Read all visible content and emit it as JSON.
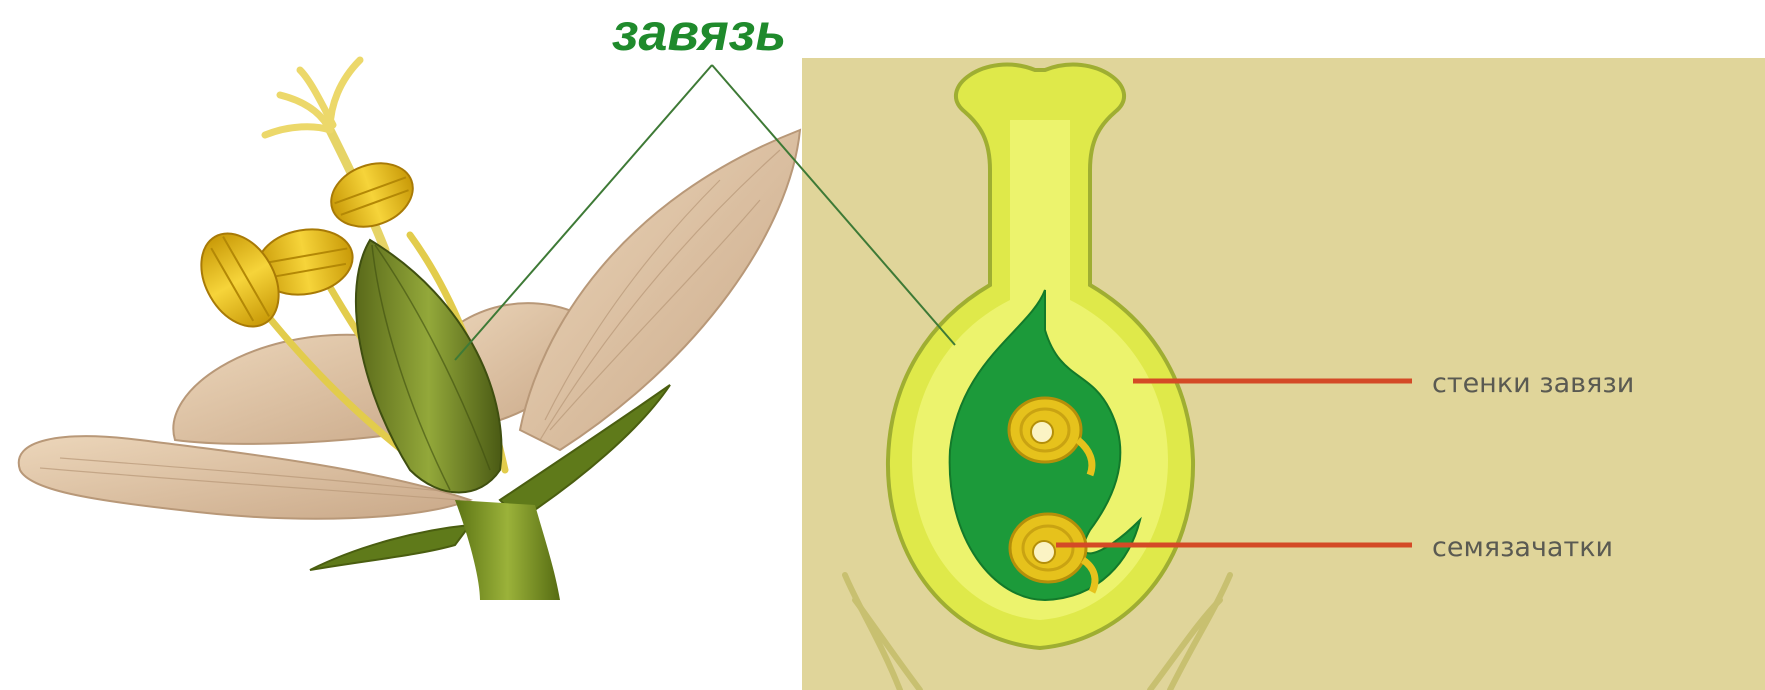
{
  "diagram": {
    "main_label": "завязь",
    "labels": {
      "ovary_wall": "стенки завязи",
      "ovules": "семязачатки"
    }
  },
  "colors": {
    "main_label": "#1f8a2c",
    "panel_bg": "#e0d59a",
    "pointer_red": "#d44a26",
    "leader_green": "#3e7a36",
    "pistil_outer": "#dfe94a",
    "pistil_inner": "#f0f57a",
    "chamber_green": "#1c9a3a",
    "ovule_yellow": "#e6c21c",
    "petal": "#dcc2a2",
    "anther": "#e8c21a",
    "stem": "#6f8a1c",
    "label_gray": "#5a5a52"
  }
}
